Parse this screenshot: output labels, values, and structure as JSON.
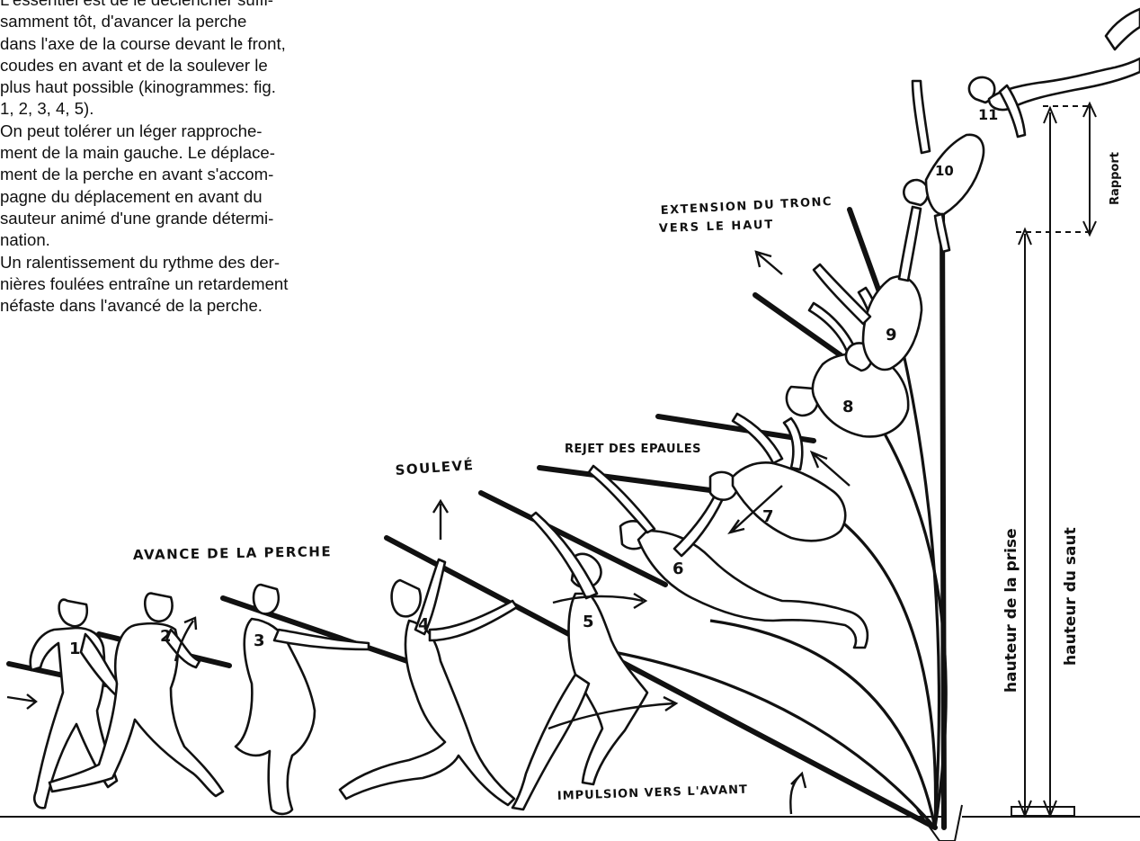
{
  "text": {
    "lines": [
      "L'essentiel est de le déclencher suffi-",
      "samment tôt, d'avancer la perche",
      "dans l'axe de la course devant le front,",
      "coudes en avant et de la soulever le",
      "plus haut possible (kinogrammes: fig.",
      "1, 2, 3, 4, 5).",
      "On peut tolérer un léger rapproche-",
      "ment de la main gauche. Le déplace-",
      "ment de la perche en avant s'accom-",
      "pagne du déplacement en avant du",
      "sauteur animé d'une grande détermi-",
      "nation.",
      "Un ralentissement du rythme des der-",
      "nières foulées entraîne un retardement",
      "néfaste dans l'avancé de la perche."
    ]
  },
  "labels": {
    "avance": "AVANCE DE LA PERCHE",
    "souleve": "SOULEVÉ",
    "rejet": "REJET DES EPAULES",
    "extension_1": "EXTENSION DU TRONC",
    "extension_2": "VERS LE HAUT",
    "impulsion": "IMPULSION VERS L'AVANT",
    "rapport": "Rapport",
    "hauteur_prise": "hauteur de la prise",
    "hauteur_saut": "hauteur du saut"
  },
  "figures": [
    "1",
    "2",
    "3",
    "4",
    "5",
    "6",
    "7",
    "8",
    "9",
    "10",
    "11"
  ]
}
